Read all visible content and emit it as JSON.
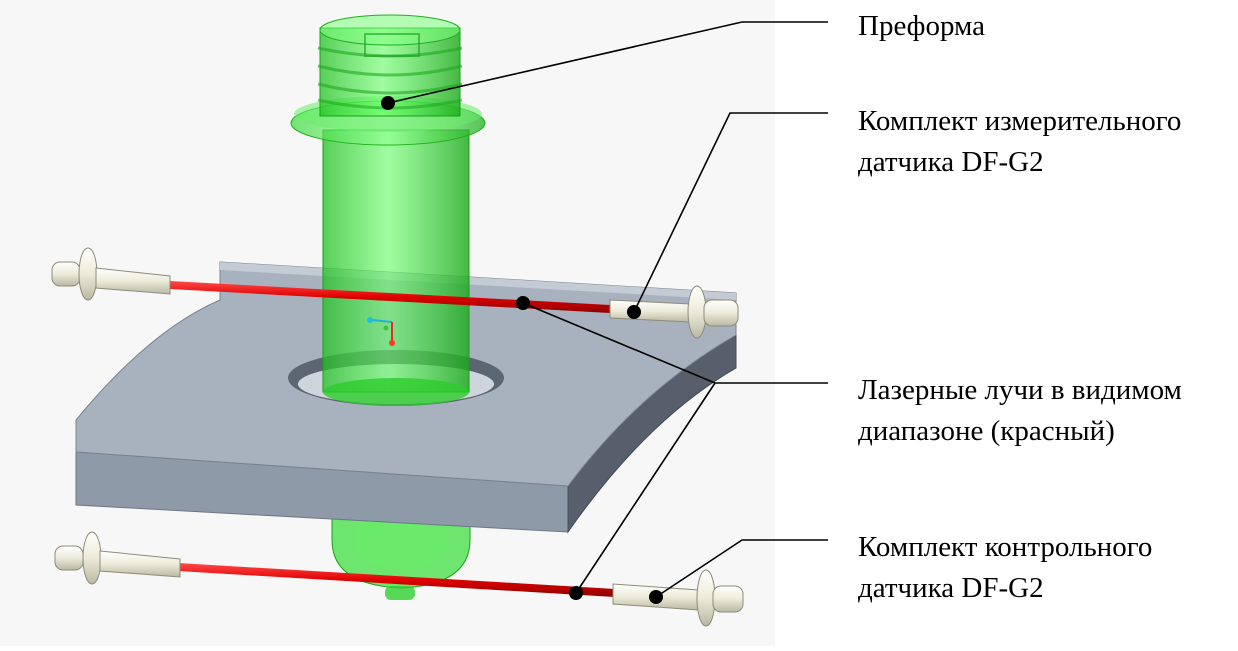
{
  "labels": {
    "preform": {
      "line1": "Преформа"
    },
    "measuring_sensor_kit": {
      "line1": "Комплект измерительного",
      "line2": "датчика DF-G2"
    },
    "laser_beams": {
      "line1": "Лазерные лучи в видимом",
      "line2": "диапазоне (красный)"
    },
    "control_sensor_kit": {
      "line1": "Комплект контрольного",
      "line2": "датчика DF-G2"
    }
  },
  "colors": {
    "scene_background": "#f7f7f7",
    "preform_green": "#33dd33",
    "plate_gray": "#8c97a5",
    "laser_red": "#e00000",
    "sensor_ivory": "#ecebd9",
    "leader_line": "#000000"
  }
}
